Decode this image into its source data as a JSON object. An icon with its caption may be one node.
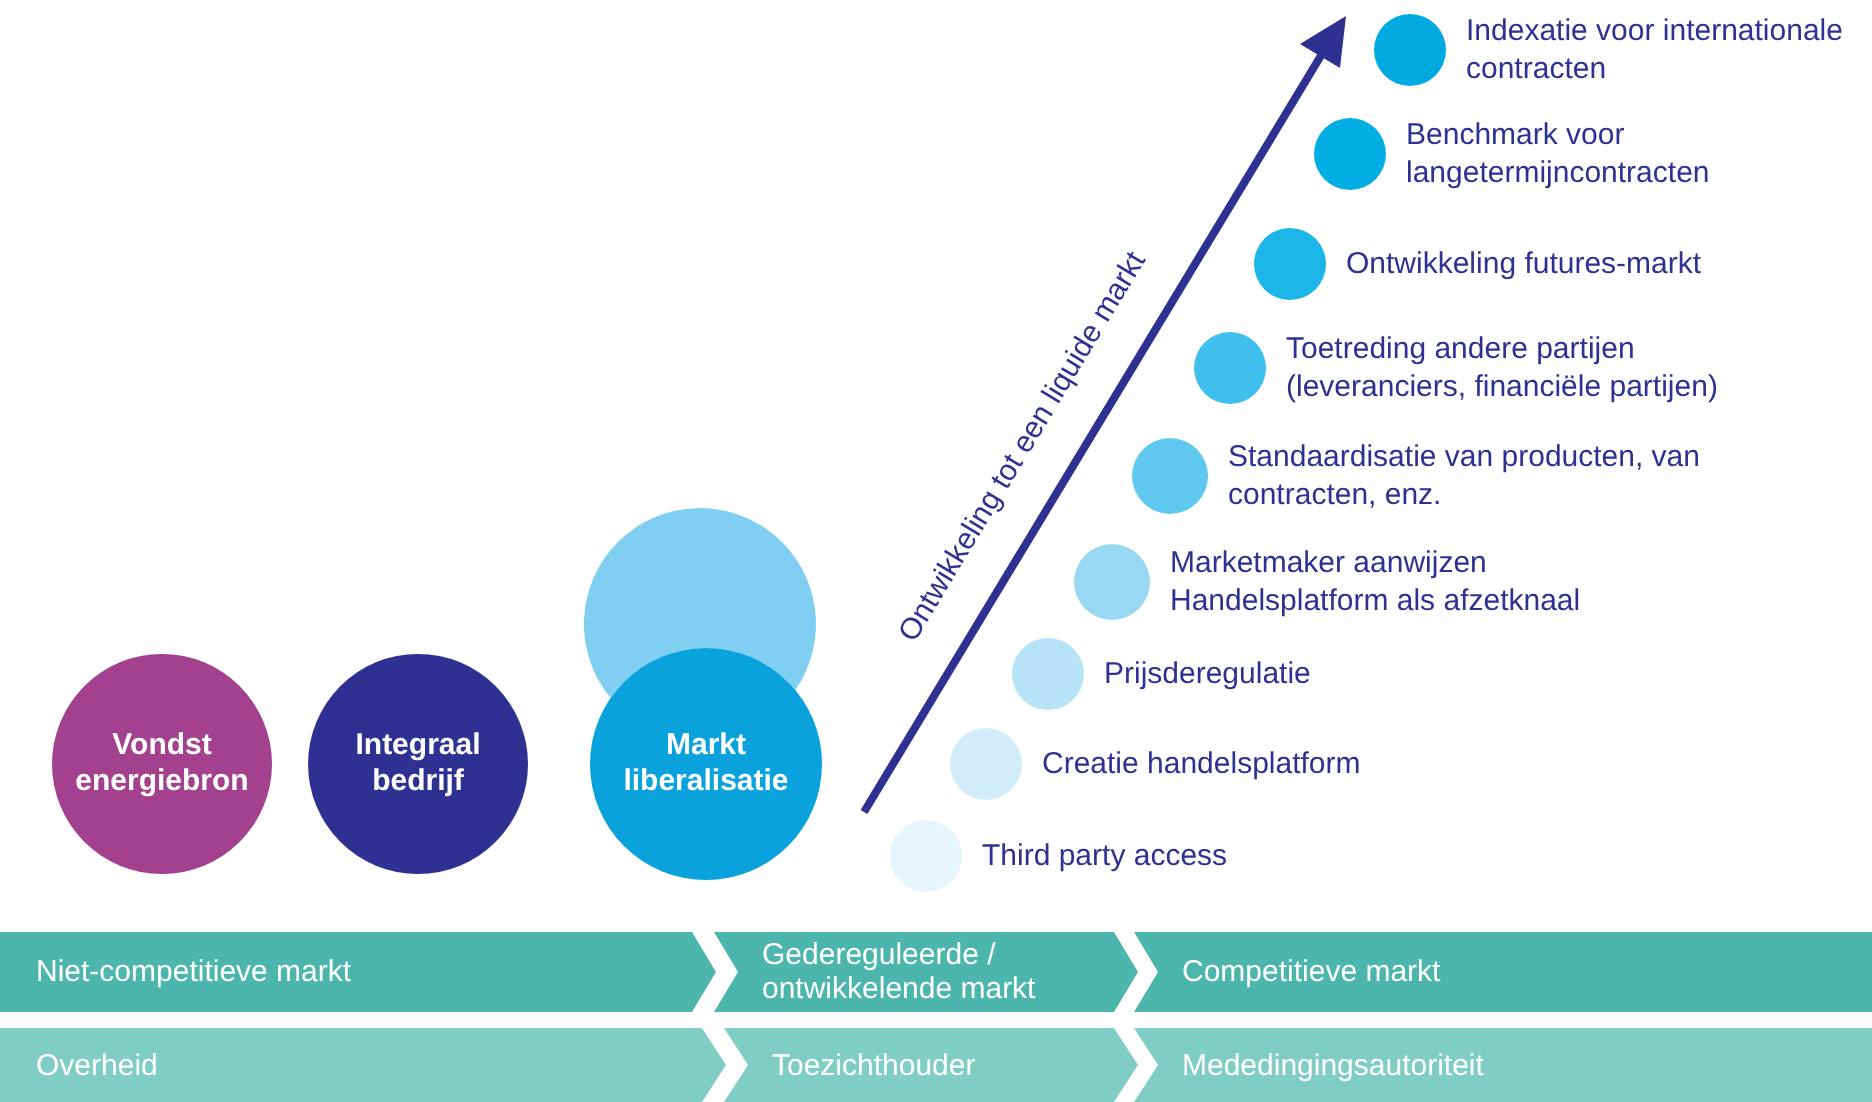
{
  "diagram": {
    "nodes": [
      {
        "text": [],
        "shape": "circle",
        "beside": [
          "Indexatie voor internationale contracten"
        ]
      },
      {
        "text": [],
        "shape": "circle",
        "beside": [
          "Benchmark voor langetermijncontracten"
        ]
      },
      {
        "text": [],
        "shape": "circle",
        "beside": [
          "Ontwikkeling futures-markt"
        ]
      },
      {
        "text": [],
        "shape": "circle",
        "beside": [
          "Toetreding andere partijen (leveranciers, financiële partijen)"
        ]
      },
      {
        "text": [],
        "shape": "circle",
        "beside": [
          "Standaardisatie van producten, van contracten, enz."
        ]
      },
      {
        "text": [],
        "shape": "circle",
        "beside": [
          "Marketmaker aanwijzen Handelsplatform als afzetknaal"
        ]
      },
      {
        "text": [],
        "shape": "circle"
      },
      {
        "text": [],
        "shape": "circle",
        "beside": [
          "Prijsderegulatie"
        ]
      },
      {
        "text": [
          "Vondst energiebron"
        ]
      },
      {
        "text": [
          "Integraal bedrijf"
        ]
      },
      {
        "text": [
          "Markt liberalisatie"
        ]
      },
      {
        "text": [],
        "shape": "circle",
        "beside": [
          "Creatie handelsplatform"
        ]
      },
      {
        "text": [],
        "shape": "circle",
        "beside": [
          "Third party access"
        ]
      },
      {
        "text": [
          "Niet-competitieve markt"
        ]
      },
      {
        "text": [
          "Gedereguleerde / ontwikkelende markt"
        ]
      },
      {
        "text": [
          "Competitieve markt"
        ]
      },
      {
        "text": [
          "Overheid"
        ]
      },
      {
        "text": [
          "Toezichthouder"
        ]
      },
      {
        "text": [
          "Mededingingsautoriteit"
        ]
      }
    ],
    "labels": [
      "Ontwikkeling tot een liquide markt"
    ]
  }
}
